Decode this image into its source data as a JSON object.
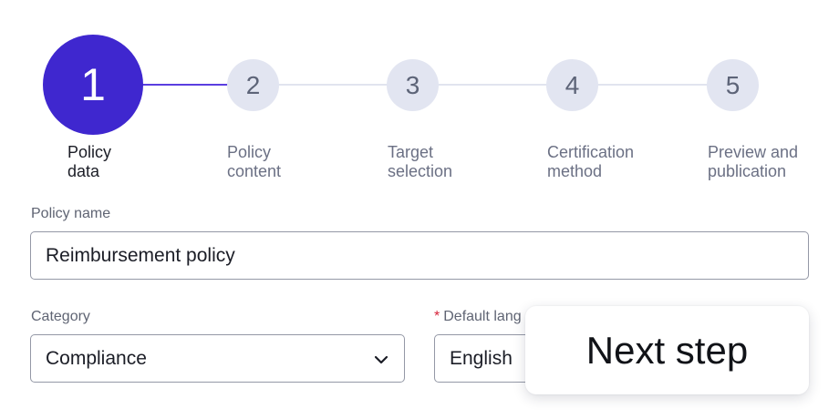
{
  "stepper": {
    "steps": [
      {
        "number": "1",
        "label_line1": "Policy",
        "label_line2": "data",
        "state": "active"
      },
      {
        "number": "2",
        "label_line1": "Policy",
        "label_line2": "content",
        "state": "upcoming"
      },
      {
        "number": "3",
        "label_line1": "Target",
        "label_line2": "selection",
        "state": "upcoming"
      },
      {
        "number": "4",
        "label_line1": "Certification",
        "label_line2": "method",
        "state": "upcoming"
      },
      {
        "number": "5",
        "label_line1": "Preview and",
        "label_line2": "publication",
        "state": "upcoming"
      }
    ]
  },
  "form": {
    "policy_name": {
      "label": "Policy name",
      "value": "Reimbursement policy"
    },
    "category": {
      "label": "Category",
      "value": "Compliance",
      "icon": "chevron-down-icon"
    },
    "default_language": {
      "required_mark": "*",
      "label": "Default lang",
      "value": "English"
    }
  },
  "next_step": {
    "label": "Next step"
  },
  "colors": {
    "accent": "#3f27cf",
    "connector_done": "#5a3ee0",
    "inactive_circle": "#e2e5f1",
    "required": "#d6233a"
  }
}
